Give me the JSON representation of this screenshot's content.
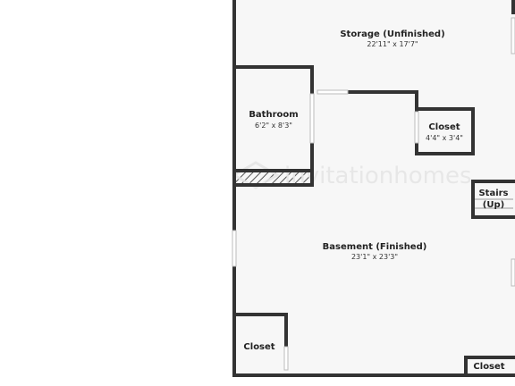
{
  "watermark": {
    "brand_text": "invitationhomes"
  },
  "rooms": {
    "storage": {
      "name": "Storage (Unfinished)",
      "dims": "22'11\" x 17'7\""
    },
    "bathroom": {
      "name": "Bathroom",
      "dims": "6'2\" x 8'3\""
    },
    "closet_upper": {
      "name": "Closet",
      "dims": "4'4\" x 3'4\""
    },
    "stairs": {
      "name_line1": "Stairs",
      "name_line2": "(Up)"
    },
    "basement": {
      "name": "Basement (Finished)",
      "dims": "23'1\" x 23'3\""
    },
    "closet_lower_left": {
      "name": "Closet"
    },
    "closet_lower_right": {
      "name": "Closet"
    }
  },
  "colors": {
    "wall": "#333333",
    "floor": "#f7f7f7",
    "window": "#ffffff",
    "watermark": "#e6e6e6"
  }
}
